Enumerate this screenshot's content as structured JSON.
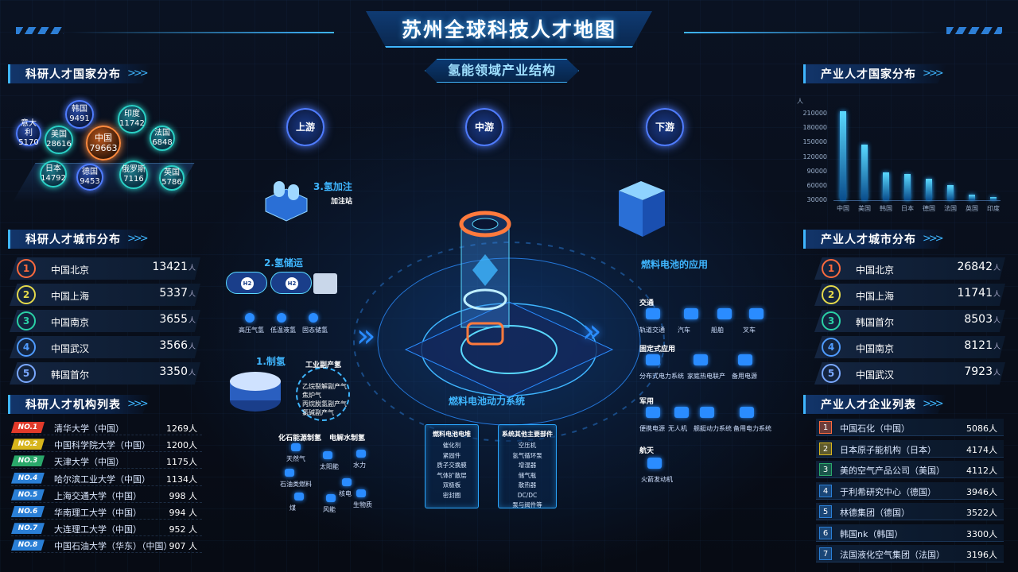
{
  "header": {
    "title": "苏州全球科技人才地图",
    "subtitle": "氢能领域产业结构"
  },
  "left": {
    "country_title": "科研人才国家分布",
    "countries": [
      {
        "name": "意大利",
        "value": "5170"
      },
      {
        "name": "韩国",
        "value": "9491"
      },
      {
        "name": "印度",
        "value": "11742"
      },
      {
        "name": "美国",
        "value": "28616"
      },
      {
        "name": "中国",
        "value": "79663"
      },
      {
        "name": "法国",
        "value": "6848"
      },
      {
        "name": "日本",
        "value": "14792"
      },
      {
        "name": "德国",
        "value": "9453"
      },
      {
        "name": "俄罗斯",
        "value": "7116"
      },
      {
        "name": "英国",
        "value": "5786"
      }
    ],
    "city_title": "科研人才城市分布",
    "cities": [
      {
        "rank": "1",
        "name": "中国北京",
        "value": "13421",
        "unit": "人"
      },
      {
        "rank": "2",
        "name": "中国上海",
        "value": "5337",
        "unit": "人"
      },
      {
        "rank": "3",
        "name": "中国南京",
        "value": "3655",
        "unit": "人"
      },
      {
        "rank": "4",
        "name": "中国武汉",
        "value": "3566",
        "unit": "人"
      },
      {
        "rank": "5",
        "name": "韩国首尔",
        "value": "3350",
        "unit": "人"
      }
    ],
    "org_title": "科研人才机构列表",
    "orgs": [
      {
        "tag": "NO.1",
        "name": "清华大学（中国）",
        "value": "1269人"
      },
      {
        "tag": "NO.2",
        "name": "中国科学院大学（中国）",
        "value": "1200人"
      },
      {
        "tag": "NO.3",
        "name": "天津大学（中国）",
        "value": "1175人"
      },
      {
        "tag": "NO.4",
        "name": "哈尔滨工业大学（中国）",
        "value": "1134人"
      },
      {
        "tag": "NO.5",
        "name": "上海交通大学（中国）",
        "value": "998 人"
      },
      {
        "tag": "NO.6",
        "name": "华南理工大学（中国）",
        "value": "994 人"
      },
      {
        "tag": "NO.7",
        "name": "大连理工大学（中国）",
        "value": "952 人"
      },
      {
        "tag": "NO.8",
        "name": "中国石油大学（华东）（中国）",
        "value": "907 人"
      }
    ]
  },
  "right": {
    "country_title": "产业人才国家分布",
    "chart_data": {
      "type": "bar",
      "categories": [
        "中国",
        "美国",
        "韩国",
        "日本",
        "德国",
        "法国",
        "英国",
        "印度"
      ],
      "values": [
        215000,
        145000,
        88000,
        85000,
        75000,
        62000,
        41000,
        37000
      ],
      "ylabel": "人",
      "yticks": [
        "210000",
        "180000",
        "150000",
        "120000",
        "90000",
        "60000",
        "30000"
      ],
      "ylim": [
        30000,
        225000
      ]
    },
    "city_title": "产业人才城市分布",
    "cities": [
      {
        "rank": "1",
        "name": "中国北京",
        "value": "26842",
        "unit": "人"
      },
      {
        "rank": "2",
        "name": "中国上海",
        "value": "11741",
        "unit": "人"
      },
      {
        "rank": "3",
        "name": "韩国首尔",
        "value": "8503",
        "unit": "人"
      },
      {
        "rank": "4",
        "name": "中国南京",
        "value": "8121",
        "unit": "人"
      },
      {
        "rank": "5",
        "name": "中国武汉",
        "value": "7923",
        "unit": "人"
      }
    ],
    "company_title": "产业人才企业列表",
    "companies": [
      {
        "rank": "1",
        "name": "中国石化（中国）",
        "value": "5086人"
      },
      {
        "rank": "2",
        "name": "日本原子能机构（日本）",
        "value": "4174人"
      },
      {
        "rank": "3",
        "name": "美的空气产品公司（美国）",
        "value": "4112人"
      },
      {
        "rank": "4",
        "name": "于利希研究中心（德国）",
        "value": "3946人"
      },
      {
        "rank": "5",
        "name": "林德集团（德国）",
        "value": "3522人"
      },
      {
        "rank": "6",
        "name": "韩国nk（韩国）",
        "value": "3300人"
      },
      {
        "rank": "7",
        "name": "法国液化空气集团（法国）",
        "value": "3196人"
      }
    ]
  },
  "center": {
    "upstream": "上游",
    "midstream": "中游",
    "downstream": "下游",
    "fill_title": "3.氢加注",
    "fill_station": "加注站",
    "storage_title": "2.氢储运",
    "storage_items": [
      "高压气氢",
      "低温液氢",
      "固态储氢"
    ],
    "h2": "H2",
    "produce_title": "1.制氢",
    "industry_title": "工业副产氢",
    "industry_items": [
      "乙烷裂解副产气",
      "焦炉气",
      "丙烷脱氢副产气",
      "氯碱副产气"
    ],
    "fossil_title": "化石能源制氢",
    "electro_title": "电解水制氢",
    "fossil_items": [
      "天然气",
      "石油类燃料",
      "煤"
    ],
    "electro_items": [
      "太阳能",
      "水力",
      "风能",
      "核电",
      "生物质"
    ],
    "system_title": "燃料电池动力系统",
    "stack_panel_title": "燃料电池电堆",
    "stack_items": [
      "催化剂",
      "紧固件",
      "质子交换膜",
      "气体扩散层",
      "双极板",
      "密封圈"
    ],
    "parts_panel_title": "系统其他主要部件",
    "parts_items": [
      "空压机",
      "氢气循环泵",
      "增湿器",
      "储气瓶",
      "散热器",
      "DC/DC",
      "泵与阀件等"
    ],
    "app_title": "燃料电池的应用",
    "traffic": "交通",
    "traffic_items": [
      "轨道交通",
      "汽车",
      "船舶",
      "叉车"
    ],
    "fixed": "固定式应用",
    "fixed_items": [
      "分布式电力系统",
      "家庭热电联产",
      "备用电源"
    ],
    "military": "军用",
    "military_items": [
      "便携电源",
      "无人机",
      "舰艇动力系统",
      "备用电力系统"
    ],
    "aero": "航天",
    "aero_items": [
      "火箭发动机"
    ]
  }
}
